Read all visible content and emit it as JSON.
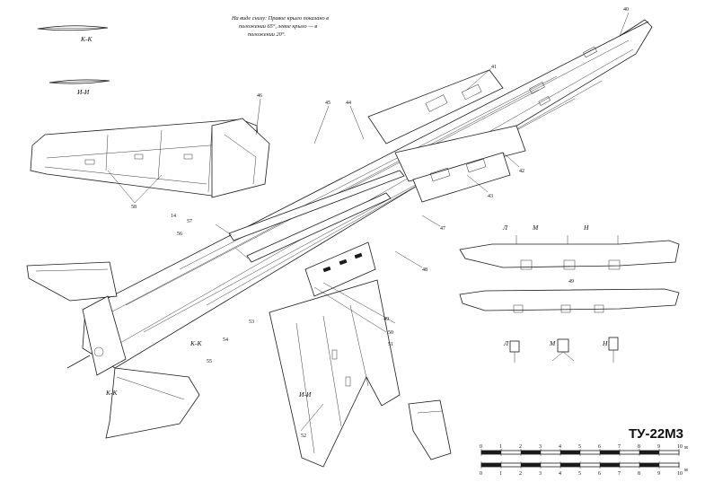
{
  "title": "ТУ-22М3",
  "note": {
    "lines": [
      "На виде снизу: Правое крыло показано в",
      "положении 65°, левое крыло — в",
      "положении 20°."
    ]
  },
  "sections": {
    "kk": "К-К",
    "ii": "И-И",
    "l": "Л",
    "m": "М",
    "n": "Н"
  },
  "callouts": [
    "40",
    "41",
    "42",
    "43",
    "44",
    "45",
    "46",
    "47",
    "48",
    "49",
    "50",
    "51",
    "52",
    "53",
    "54",
    "55",
    "56",
    "57",
    "58",
    "14"
  ],
  "scale": {
    "ticks": [
      "0",
      "1",
      "2",
      "3",
      "4",
      "5",
      "6",
      "7",
      "8",
      "9",
      "10"
    ],
    "unit": "м"
  }
}
